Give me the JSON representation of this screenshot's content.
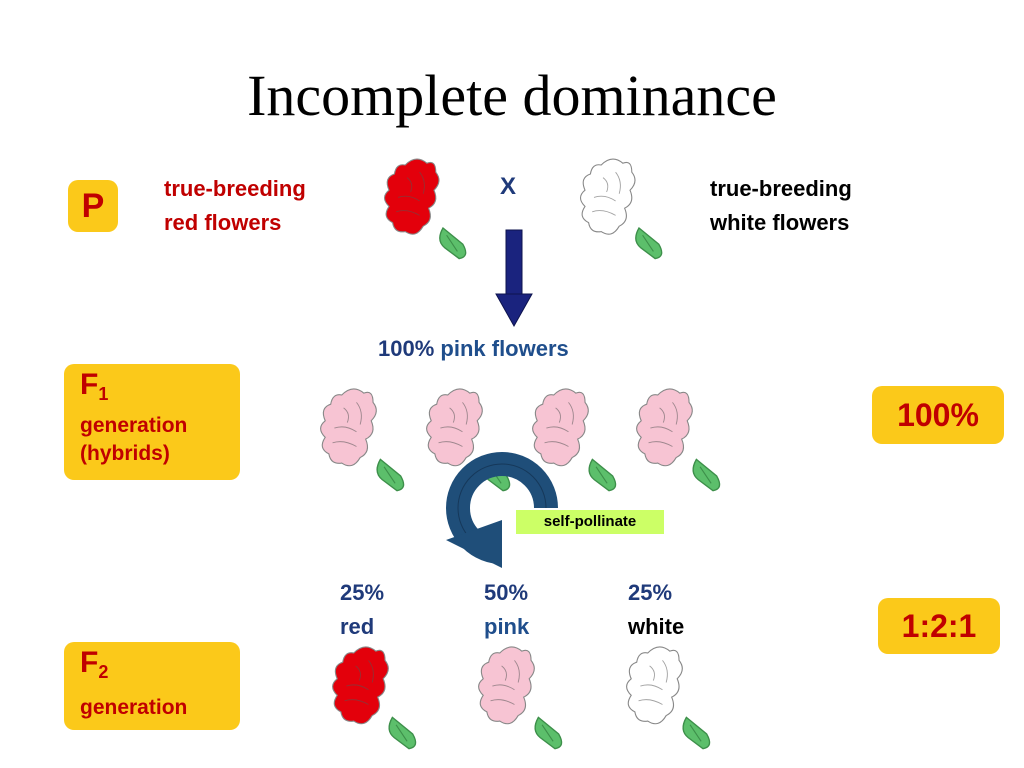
{
  "slide": {
    "title": "Incomplete dominance"
  },
  "parental": {
    "label": "P",
    "left_line1": "true-breeding",
    "left_line2": "red flowers",
    "cross_symbol": "X",
    "right_line1": "true-breeding",
    "right_line2": "white flowers"
  },
  "f1": {
    "label": "F",
    "subscript": "1",
    "line1": "generation",
    "line2": "(hybrids)",
    "result_pct": "100%",
    "result_text": "pink flowers",
    "ratio": "100%"
  },
  "process": {
    "label": "self-pollinate"
  },
  "f2": {
    "label": "F",
    "subscript": "2",
    "line1": "generation",
    "ratio": "1:2:1",
    "red_pct": "25%",
    "red_label": "red",
    "pink_pct": "50%",
    "pink_label": "pink",
    "white_glyph": "",
    "white_pct": "25%",
    "white_label": "white"
  },
  "colors": {
    "label_box": "#fbc91a",
    "red_text": "#c00000",
    "navy_text": "#1f3a7a",
    "red_flower": "#e3000b",
    "pink_flower": "#f7c4d3",
    "white_flower": "#ffffff",
    "stem_green": "#5cbf6b",
    "cycle_arrow": "#1f4e79",
    "tag_green": "#ccff66"
  }
}
